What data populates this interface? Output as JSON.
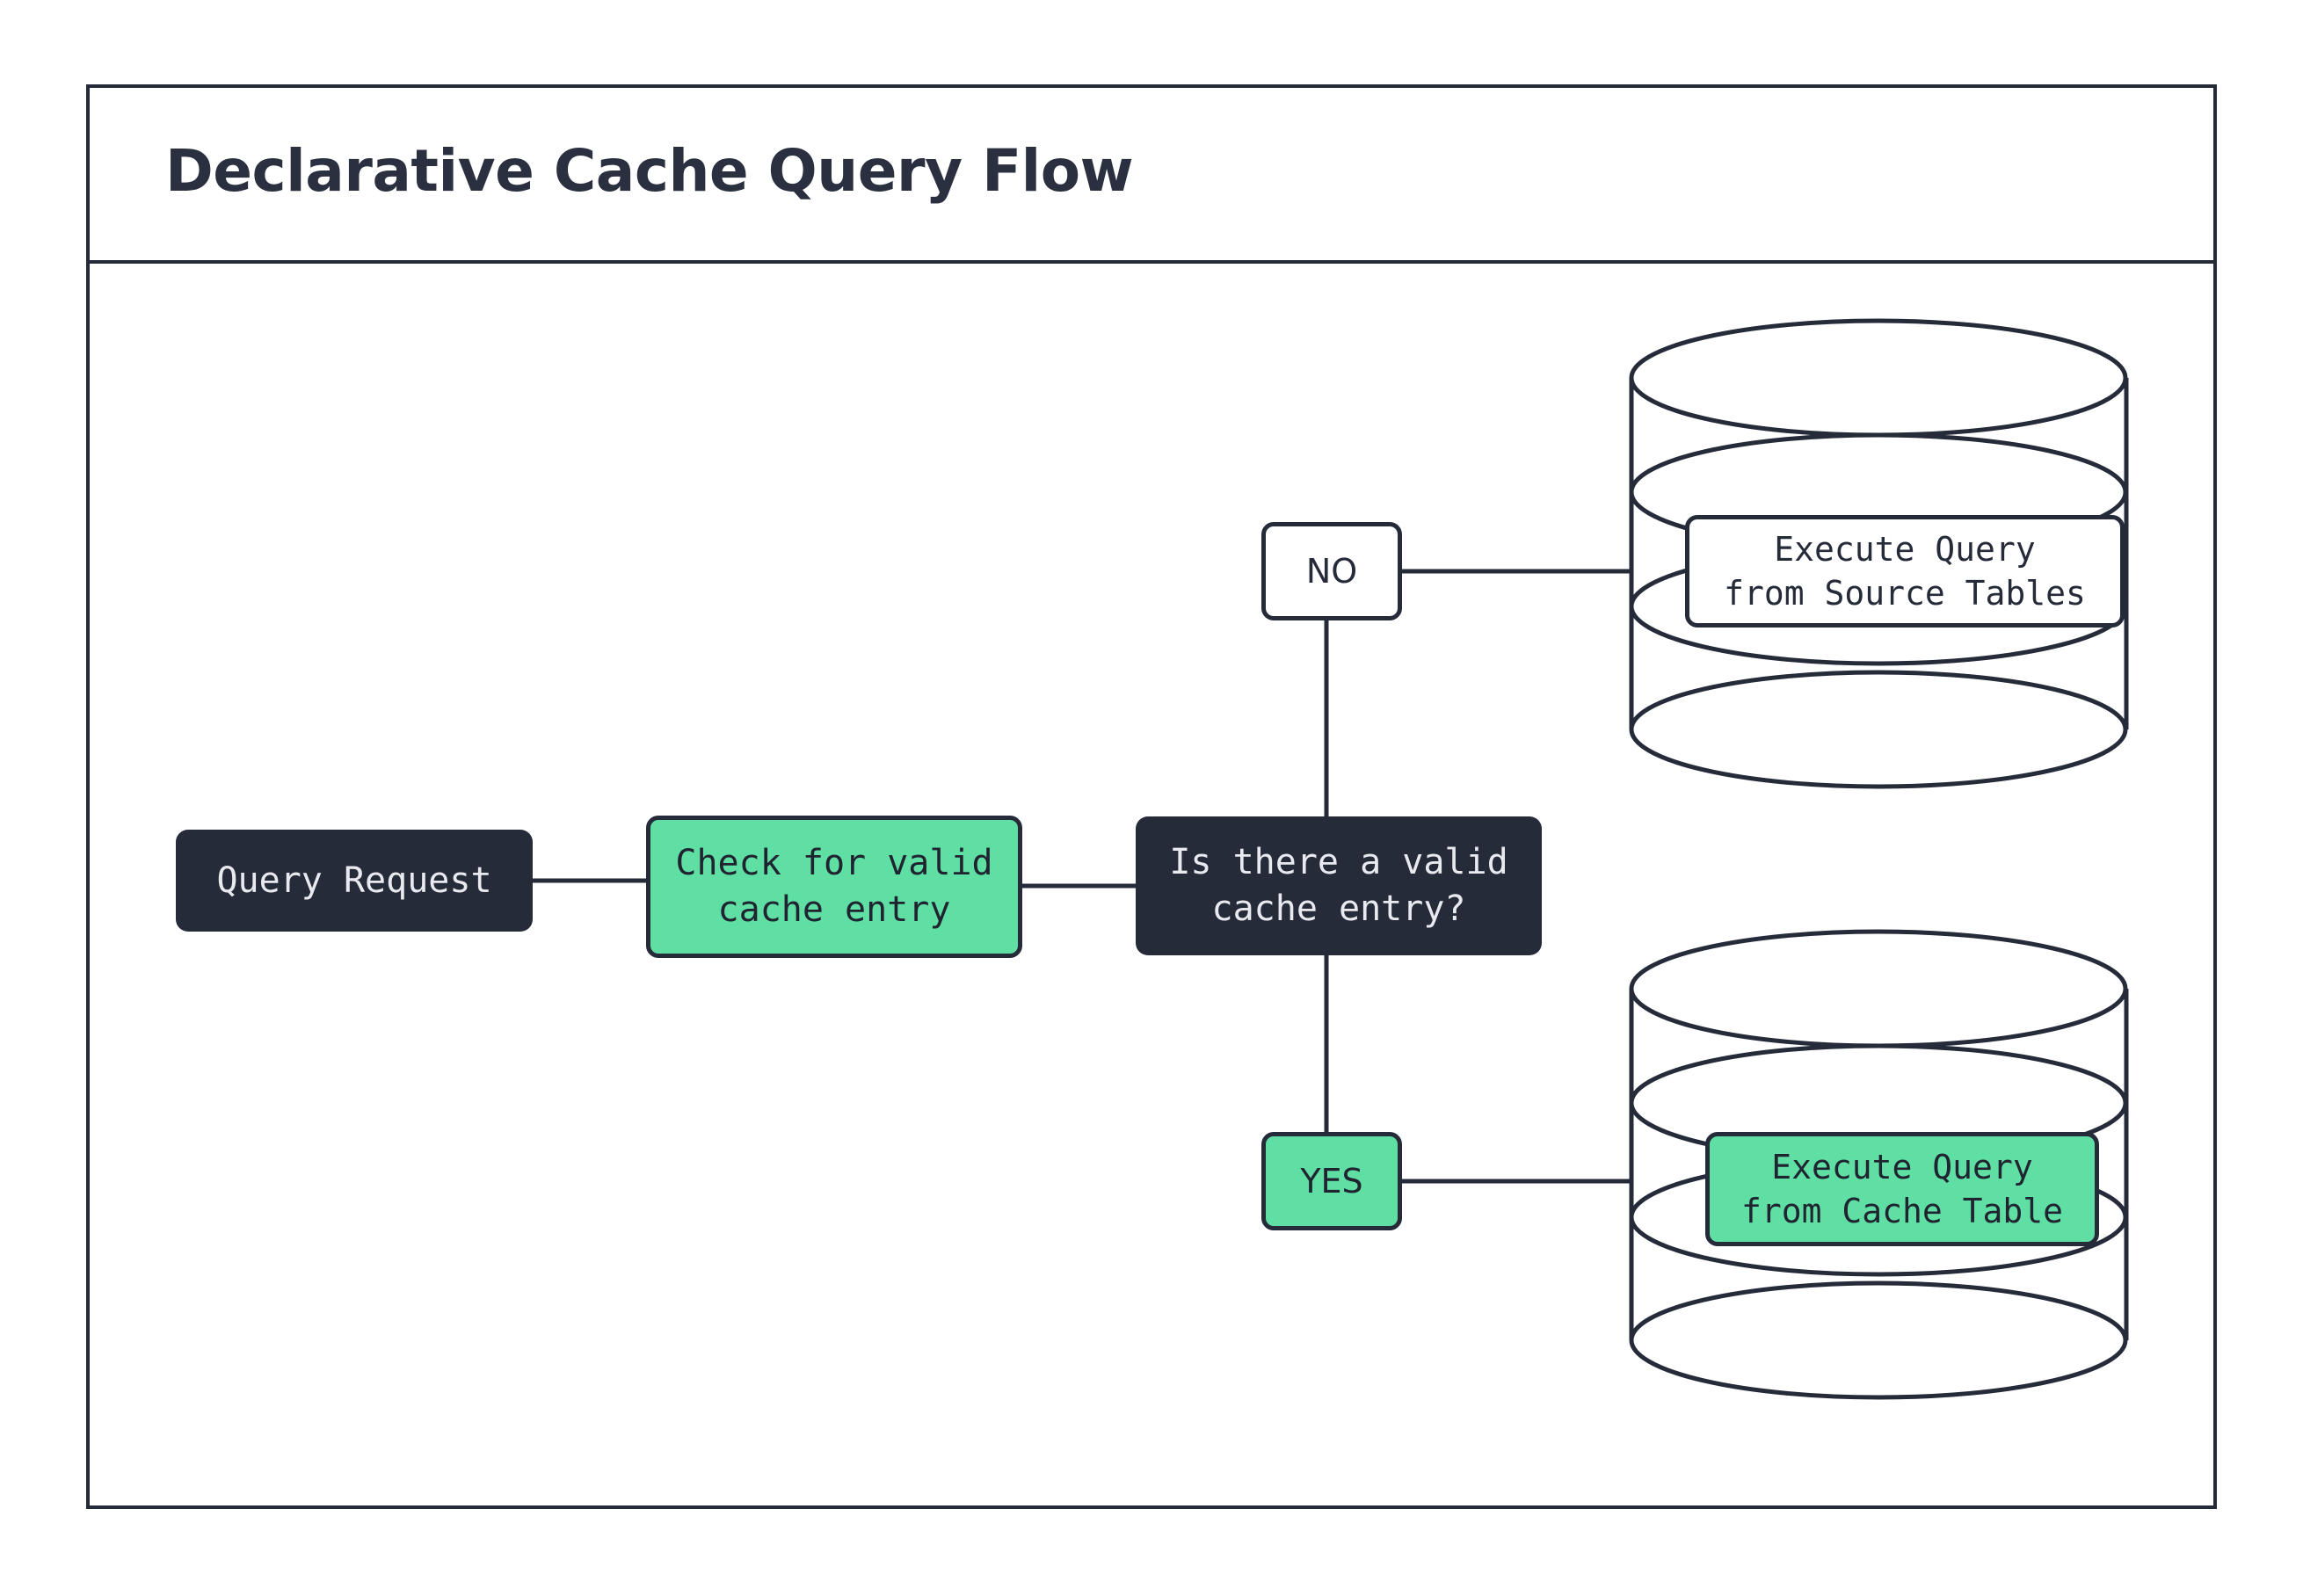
{
  "title": "Declarative Cache Query Flow",
  "nodes": {
    "query_request": "Query Request",
    "check_cache": "Check for valid\ncache entry",
    "decision": "Is there a valid\ncache entry?",
    "label_no": "NO",
    "label_yes": "YES",
    "exec_source": "Execute Query\nfrom Source Tables",
    "exec_cache": "Execute Query\nfrom Cache Table"
  },
  "databases": {
    "source_tables": "source-tables-database-cylinder",
    "cache_table": "cache-table-database-cylinder"
  },
  "colors": {
    "dark": "#262B3A",
    "green": "#5FDFA3",
    "white": "#FFFFFF",
    "text_light": "#E8EAF0",
    "title": "#2A3040"
  },
  "edges": [
    {
      "from": "query_request",
      "to": "check_cache"
    },
    {
      "from": "check_cache",
      "to": "decision"
    },
    {
      "from": "decision",
      "to": "label_no"
    },
    {
      "from": "decision",
      "to": "label_yes"
    },
    {
      "from": "label_no",
      "to": "source_tables"
    },
    {
      "from": "label_yes",
      "to": "cache_table"
    }
  ]
}
